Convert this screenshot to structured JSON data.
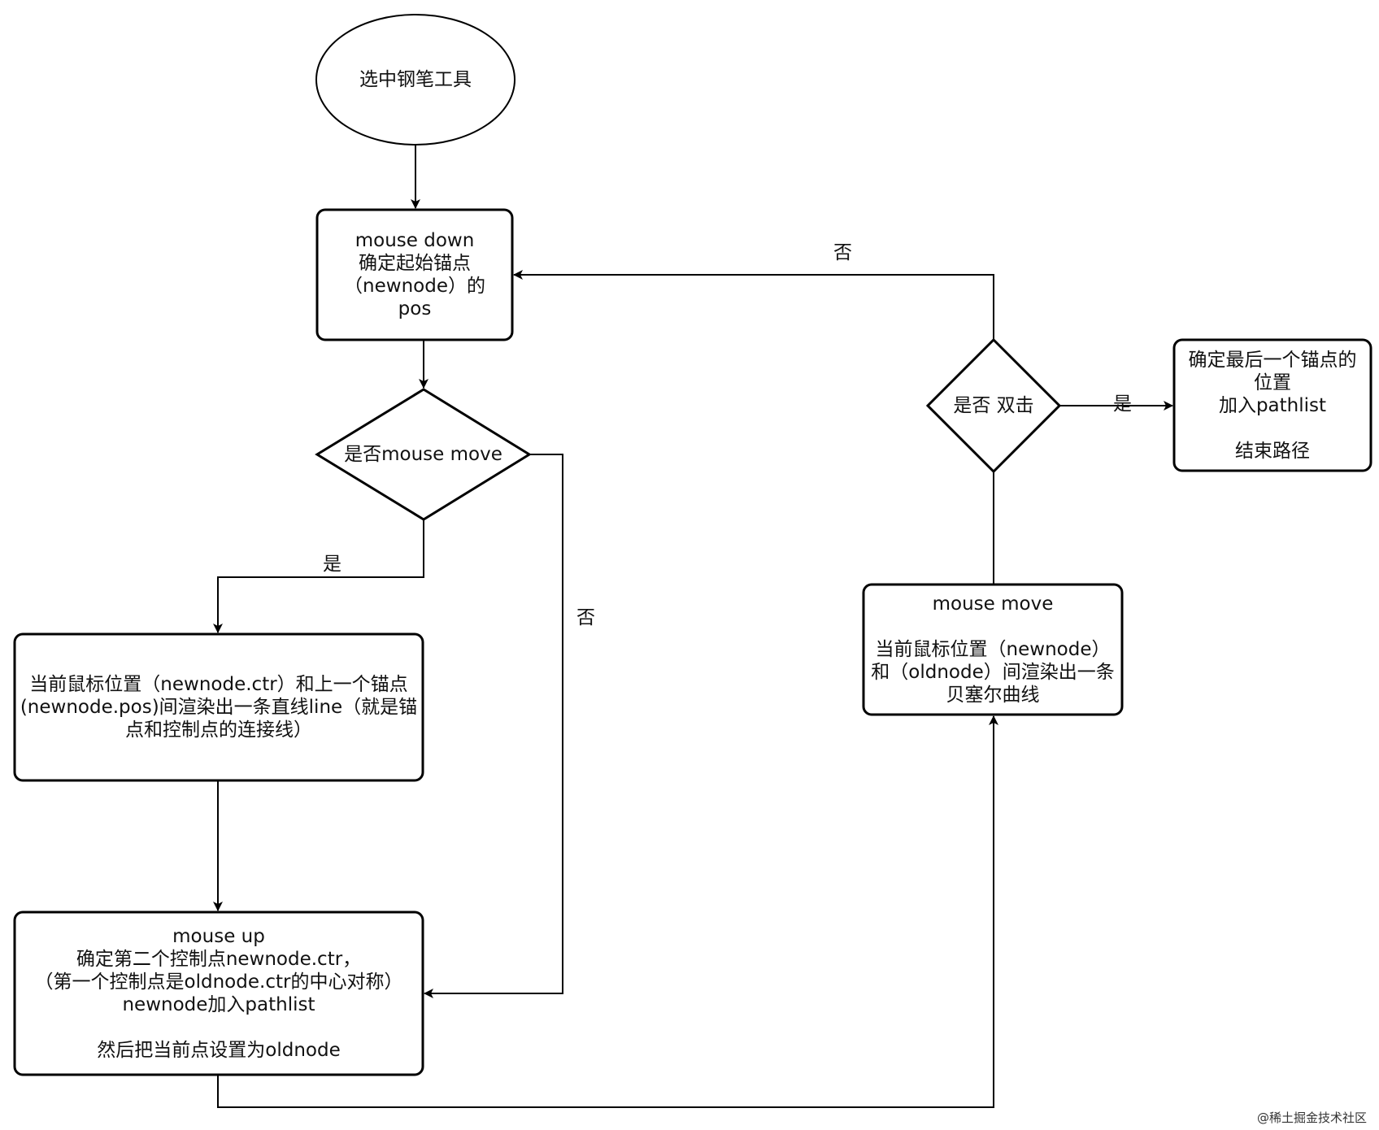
{
  "nodes": {
    "start": "选中钢笔工具",
    "mouse_down": "mouse down\n确定起始锚点\n（newnode）的\npos",
    "decision_move": "是否mouse move",
    "draw_line": "当前鼠标位置（newnode.ctr）和上一个锚点\n(newnode.pos)间渲染出一条直线line（就是锚\n点和控制点的连接线）",
    "mouse_up": "mouse up\n确定第二个控制点newnode.ctr，\n（第一个控制点是oldnode.ctr的中心对称）\nnewnode加入pathlist\n\n然后把当前点设置为oldnode",
    "mouse_move": "mouse move\n\n当前鼠标位置（newnode）\n和（oldnode）间渲染出一条\n贝塞尔曲线",
    "decision_dblclick": "是否 双击",
    "end": "确定最后一个锚点的\n位置\n加入pathlist\n\n结束路径"
  },
  "edge_labels": {
    "move_yes": "是",
    "move_no": "否",
    "dblclick_no": "否",
    "dblclick_yes": "是"
  },
  "watermark": "@稀土掘金技术社区"
}
